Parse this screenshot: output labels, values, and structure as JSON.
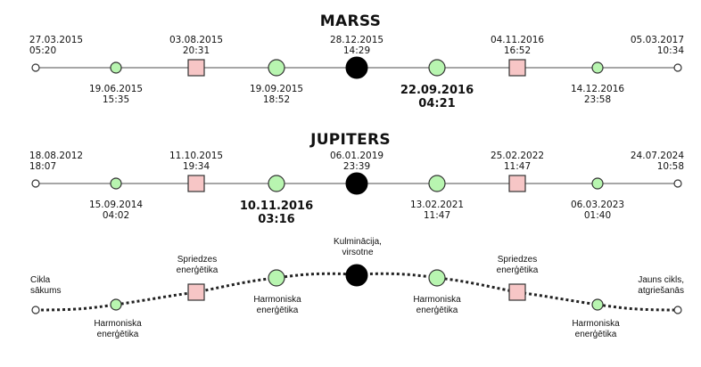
{
  "marss": {
    "title": "MARSS",
    "labels": [
      {
        "id": "m-start",
        "line1": "27.03.2015",
        "line2": "05:20"
      },
      {
        "id": "m-h1",
        "line1": "19.06.2015",
        "line2": "15:35"
      },
      {
        "id": "m-s1",
        "line1": "03.08.2015",
        "line2": "20:31"
      },
      {
        "id": "m-h2",
        "line1": "19.09.2015",
        "line2": "18:52"
      },
      {
        "id": "m-k",
        "line1": "28.12.2015",
        "line2": "14:29"
      },
      {
        "id": "m-h3",
        "line1": "22.09.2016",
        "line2": "04:21"
      },
      {
        "id": "m-s2",
        "line1": "04.11.2016",
        "line2": "16:52"
      },
      {
        "id": "m-h4",
        "line1": "14.12.2016",
        "line2": "23:58"
      },
      {
        "id": "m-end",
        "line1": "05.03.2017",
        "line2": "10:34"
      }
    ]
  },
  "jupiters": {
    "title": "JUPITERS",
    "labels": [
      {
        "id": "j-start",
        "line1": "18.08.2012",
        "line2": "18:07"
      },
      {
        "id": "j-h1",
        "line1": "15.09.2014",
        "line2": "04:02"
      },
      {
        "id": "j-s1",
        "line1": "11.10.2015",
        "line2": "19:34"
      },
      {
        "id": "j-h2",
        "line1": "10.11.2016",
        "line2": "03:16"
      },
      {
        "id": "j-k",
        "line1": "06.01.2019",
        "line2": "23:39"
      },
      {
        "id": "j-h3",
        "line1": "13.02.2021",
        "line2": "11:47"
      },
      {
        "id": "j-s2",
        "line1": "25.02.2022",
        "line2": "11:47"
      },
      {
        "id": "j-h4",
        "line1": "06.03.2023",
        "line2": "01:40"
      },
      {
        "id": "j-end",
        "line1": "24.07.2024",
        "line2": "10:58"
      }
    ]
  },
  "legend": {
    "start": {
      "line1": "Cikla",
      "line2": "sākums"
    },
    "h1": {
      "line1": "Harmoniska",
      "line2": "enerģētika"
    },
    "s1": {
      "line1": "Spriedzes",
      "line2": "enerģētika"
    },
    "h2": {
      "line1": "Harmoniska",
      "line2": "enerģētika"
    },
    "k": {
      "line1": "Kulminācija,",
      "line2": "virsotne"
    },
    "h3": {
      "line1": "Harmoniska",
      "line2": "enerģētika"
    },
    "s2": {
      "line1": "Spriedzes",
      "line2": "enerģētika"
    },
    "h4": {
      "line1": "Harmoniska",
      "line2": "enerģētika"
    },
    "end": {
      "line1": "Jauns cikls,",
      "line2": "atgriešanās"
    }
  },
  "colors": {
    "harmony": "#b8f5b0",
    "tension": "#f7c6c6",
    "peak": "#000000",
    "line": "#888888"
  }
}
